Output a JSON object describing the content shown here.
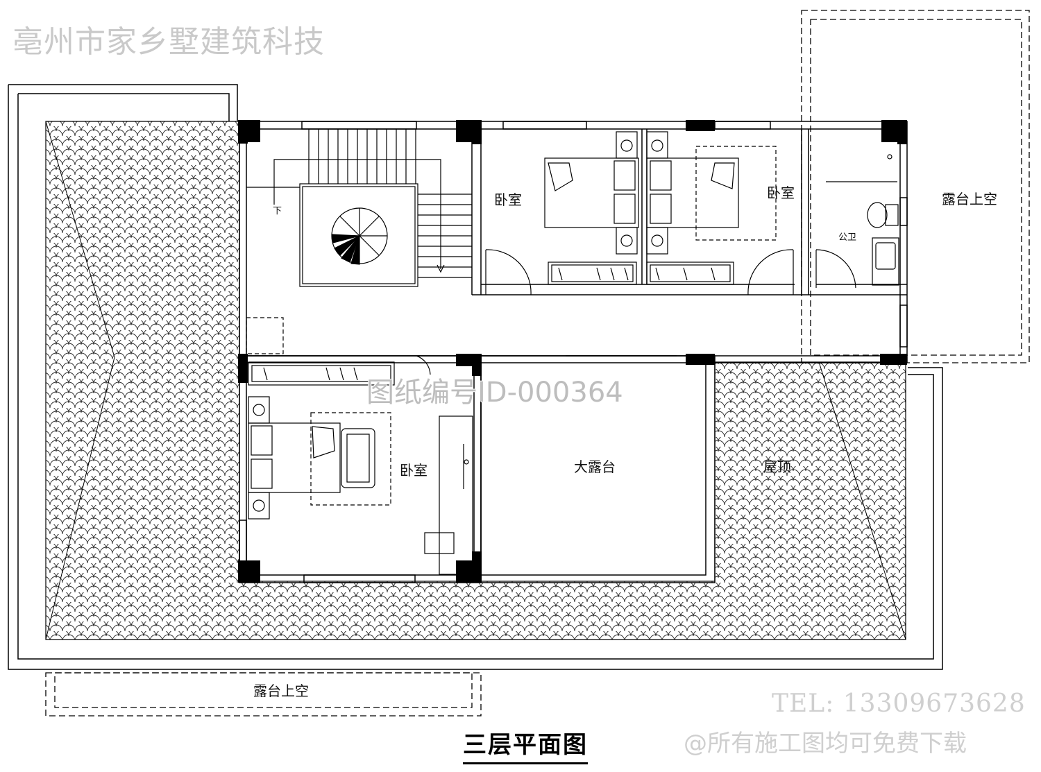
{
  "watermarks": {
    "company": "亳州市家乡墅建筑科技",
    "drawing_id": "图纸编号ID-000364",
    "tel": "TEL: 13309673628",
    "free_download": "@所有施工图均可免费下载"
  },
  "title": "三层平面图",
  "rooms": {
    "bedroom_1": "卧室",
    "bedroom_2": "卧室",
    "bedroom_3": "卧室",
    "public_bath": "公卫",
    "terrace_void_right": "露台上空",
    "terrace_void_bottom": "露台上空",
    "big_terrace": "大露台",
    "roof": "屋顶",
    "stair_down": "下"
  },
  "colors": {
    "line": "#000000",
    "wall_fill": "#000000",
    "watermark": "#c9c9c9"
  }
}
